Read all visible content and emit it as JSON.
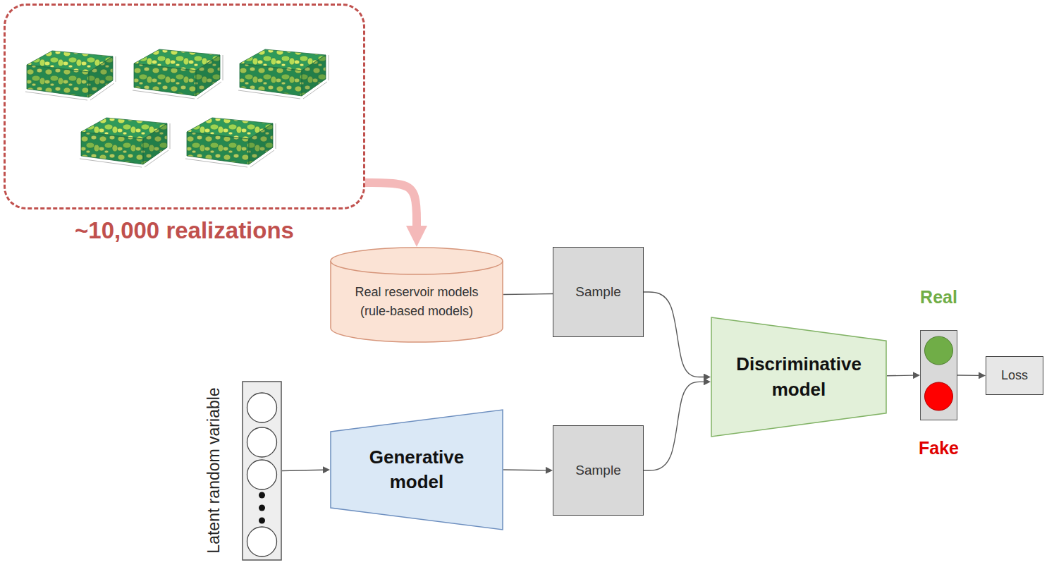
{
  "diagram": {
    "nodes": [
      {
        "text": [
          "~10,000 realizations"
        ]
      },
      {
        "text": [
          "Real reservoir models (rule-based models)"
        ]
      },
      {
        "text": [
          "Sample"
        ]
      },
      {
        "text": [
          "Latent random variable"
        ]
      },
      {
        "text": [
          "Generative model"
        ]
      },
      {
        "text": [
          "Sample"
        ]
      },
      {
        "text": [
          "Discriminative model"
        ]
      },
      {
        "text": [
          "Real",
          "Fake"
        ]
      },
      {
        "text": [
          "Loss"
        ]
      }
    ],
    "edges": [
      {
        "from": 0,
        "to": 1,
        "arrow": "to"
      },
      {
        "from": 1,
        "to": 2,
        "arrow": "none"
      },
      {
        "from": 2,
        "to": 6,
        "arrow": "to"
      },
      {
        "from": 3,
        "to": 4,
        "arrow": "to"
      },
      {
        "from": 4,
        "to": 5,
        "arrow": "to"
      },
      {
        "from": 5,
        "to": 6,
        "arrow": "to"
      },
      {
        "from": 6,
        "to": 7,
        "arrow": "to"
      },
      {
        "from": 7,
        "to": 8,
        "arrow": "to"
      }
    ]
  }
}
